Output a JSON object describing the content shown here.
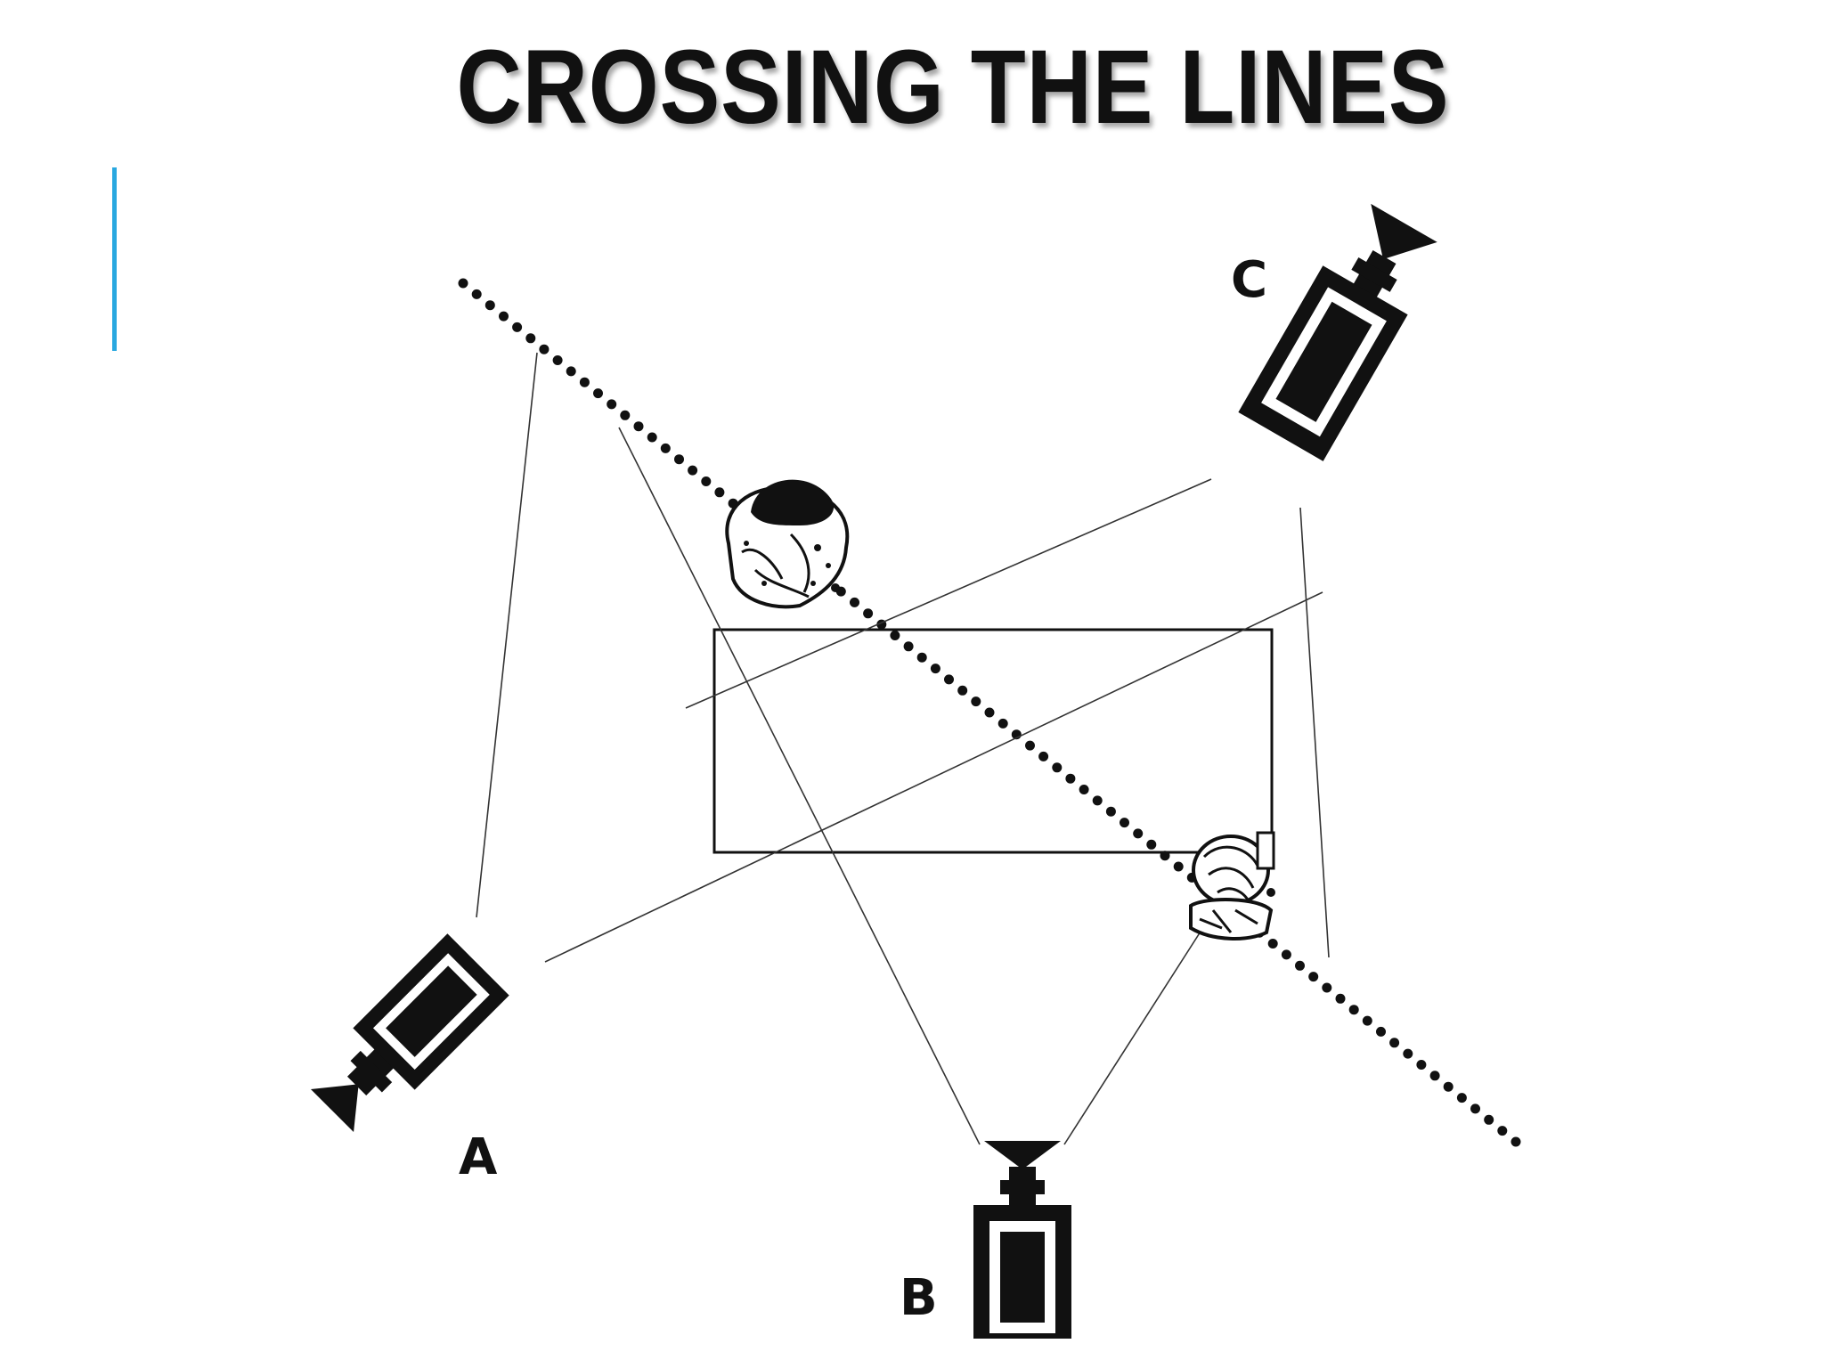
{
  "slide": {
    "title": "CROSSING THE LINES",
    "accent_color": "#29a8e0"
  },
  "diagram": {
    "camera_labels": {
      "a": "A",
      "b": "B",
      "c": "C"
    },
    "icons": {
      "camera": "film-camera-icon",
      "actor": "actor-figure-icon"
    },
    "colors": {
      "ink": "#111111",
      "background": "#ffffff"
    }
  }
}
